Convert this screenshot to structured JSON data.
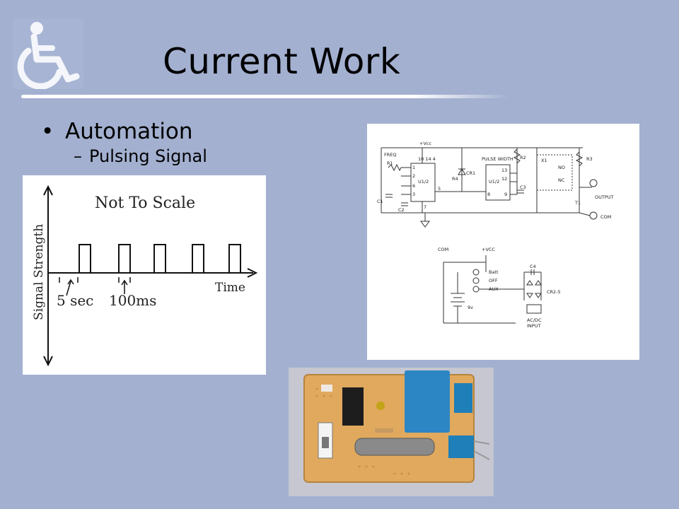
{
  "slide": {
    "title": "Current Work",
    "bullets": [
      {
        "text": "Automation",
        "marker": "•"
      },
      {
        "text": "Pulsing Signal",
        "marker": "–"
      }
    ],
    "accent_color": "#a3b0d0",
    "logo_icon": "wheelchair-icon"
  },
  "pulse_diagram": {
    "title": "Not To Scale",
    "xlabel": "Time",
    "ylabel": "Signal Strength",
    "gap_label": "5 sec",
    "pulse_label": "100ms",
    "pulse_count": 5
  },
  "schematic": {
    "labels": {
      "vcc": "+Vcc",
      "freq": "FREQ",
      "r1": "R1",
      "c1": "C1",
      "c2": "C2",
      "pins_top": "10 14 4",
      "u1a": "U1/2",
      "u1b": "U1/2",
      "cr1": "CR1",
      "r4": "R4",
      "pulse_width": "PULSE WIDTH",
      "r2": "R2",
      "c3": "C3",
      "x1": "X1",
      "no": "NO",
      "nc": "NC",
      "r3": "R3",
      "t1": "T1",
      "output": "OUTPUT",
      "com": "COM",
      "com2": "COM",
      "vcc2": "+VCC",
      "batt": "Batt",
      "off": "OFF",
      "aux": "AUX",
      "battery": "9v",
      "c4": "C4",
      "cr2": "CR2-5",
      "acdc1": "AC/DC",
      "acdc2": "INPUT",
      "pin1": "1",
      "pin2": "2",
      "pin6": "6",
      "pin3": "3",
      "pin5": "5",
      "pin7": "7",
      "pin13": "13",
      "pin12": "12",
      "pin8": "8",
      "pin9": "9"
    }
  },
  "photo": {
    "description_icon": "circuit-board-photo"
  }
}
